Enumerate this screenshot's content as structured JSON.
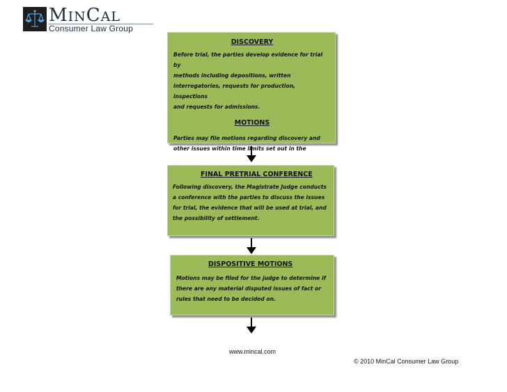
{
  "logo": {
    "name_part1": "M",
    "name_part2": "IN",
    "name_part3": "C",
    "name_part4": "AL",
    "subtitle": "Consumer Law Group",
    "icon": "scales-of-justice-icon"
  },
  "steps": [
    {
      "sections": [
        {
          "title": "DISCOVERY",
          "lines": [
            "Before trial, the parties develop evidence for trial by",
            "methods including depositions, written",
            "interrogatories, requests for production, inspections",
            "and requests for admissions."
          ]
        },
        {
          "title": "MOTIONS",
          "lines": [
            "Parties may file motions regarding discovery and",
            "other issues within time limits set out in the"
          ]
        }
      ]
    },
    {
      "sections": [
        {
          "title": "FINAL PRETRIAL CONFERENCE",
          "lines": [
            "Following discovery, the Magistrate Judge conducts",
            "a conference with the parties to discuss the issues",
            "for trial, the evidence that will be used at trial, and",
            "the possibility of settlement."
          ]
        }
      ]
    },
    {
      "sections": [
        {
          "title": "DISPOSITIVE MOTIONS",
          "lines": [
            "Motions may be filed for the judge to determine if",
            "there are any material disputed issues of fact or",
            "rules that need to be decided on."
          ]
        }
      ]
    }
  ],
  "footer": {
    "url": "www.mincal.com",
    "copyright": "© 2010 MinCal Consumer Law Group"
  },
  "colors": {
    "box_fill": "#9bbb59",
    "box_border": "#c3d69b",
    "logo_badge": "#1d1d1d",
    "logo_text": "#1f2d3d"
  }
}
